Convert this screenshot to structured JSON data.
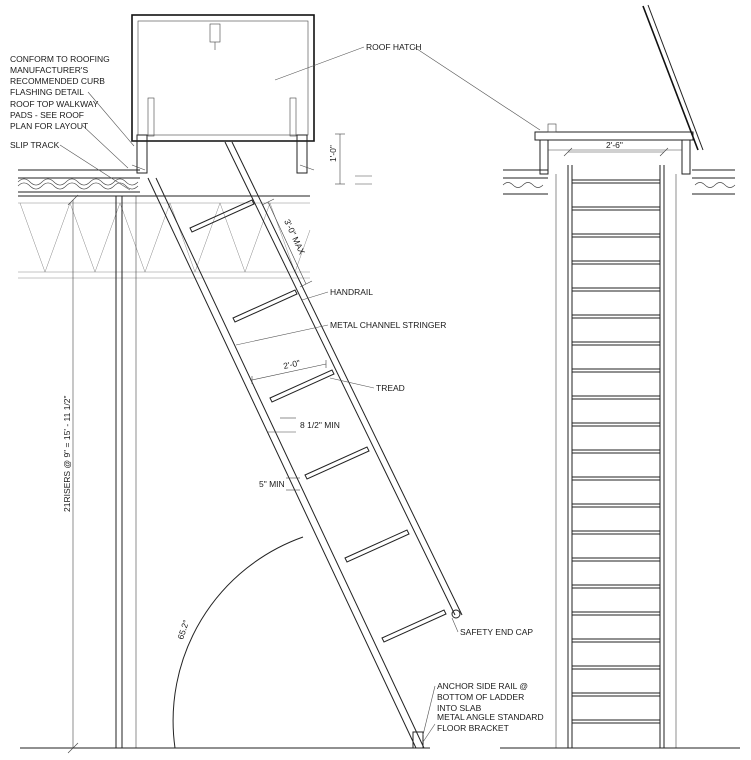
{
  "labels": {
    "conform_roofing": [
      "CONFORM TO ROOFING",
      "MANUFACTURER'S",
      "RECOMMENDED CURB",
      "FLASHING DETAIL"
    ],
    "walkway_pads": [
      "ROOF TOP WALKWAY",
      "PADS - SEE ROOF",
      "PLAN FOR LAYOUT"
    ],
    "slip_track": "SLIP TRACK",
    "roof_hatch": "ROOF HATCH",
    "handrail": "HANDRAIL",
    "metal_channel_stringer": "METAL CHANNEL STRINGER",
    "tread": "TREAD",
    "safety_end_cap": "SAFETY END CAP",
    "anchor_side_rail": [
      "ANCHOR SIDE RAIL @",
      "BOTTOM OF LADDER",
      "INTO SLAB"
    ],
    "metal_angle_bracket": [
      "METAL ANGLE STANDARD",
      "FLOOR BRACKET"
    ]
  },
  "dimensions": {
    "curb_height": "1'-0\"",
    "max_spacing": "3'-0\" MAX",
    "tread_width": "2'-0\"",
    "tread_min": "8 1/2\" MIN",
    "nosing_min": "5\" MIN",
    "angle": "65.2°",
    "risers": "21RISERS @ 9\" = 15' - 11 1/2\"",
    "opening_width": "2'-6\""
  }
}
